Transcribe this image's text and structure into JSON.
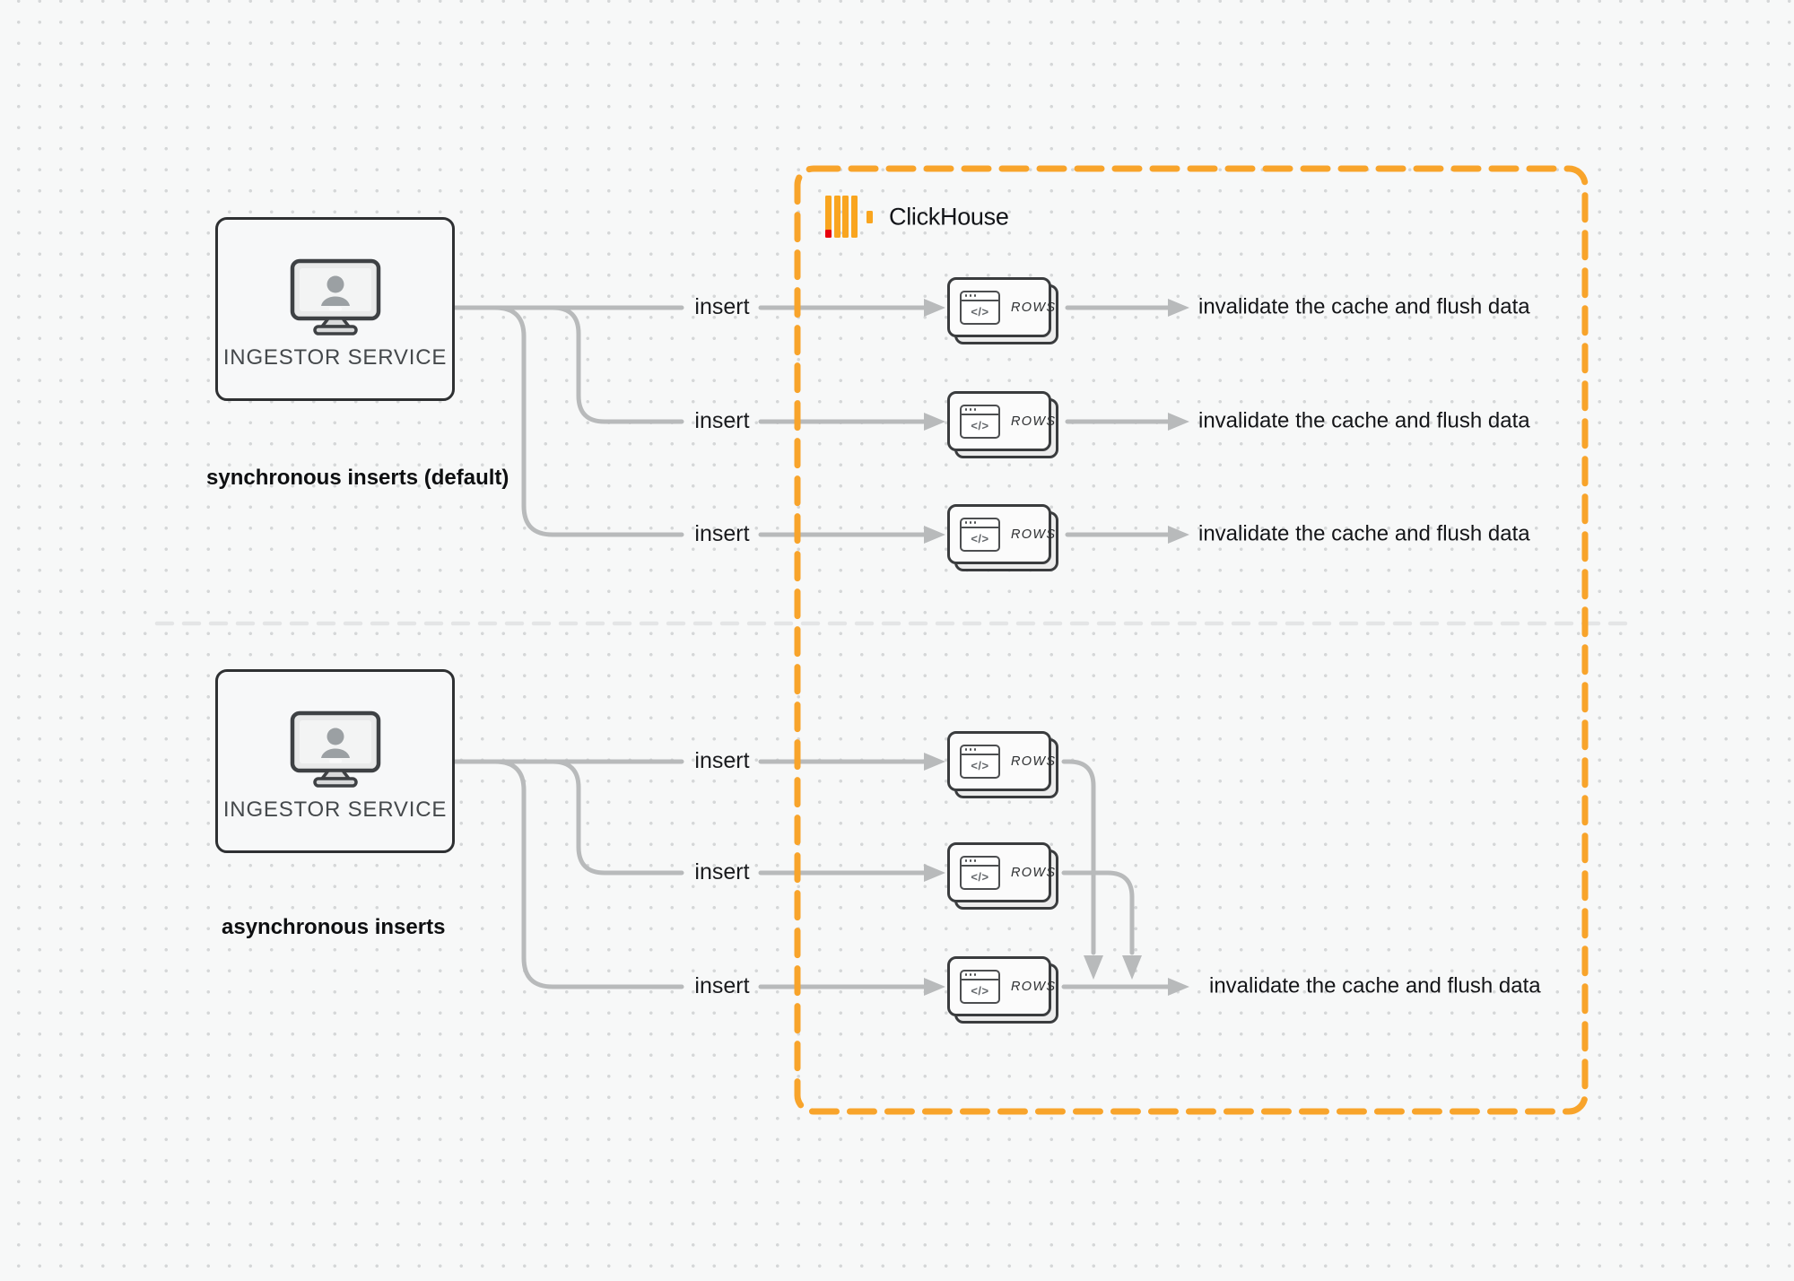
{
  "clickhouse": {
    "wordmark": "ClickHouse"
  },
  "icons": {
    "browser_code": "</>"
  },
  "sync_group": {
    "service_label": "INGESTOR SERVICE",
    "caption": "synchronous inserts (default)",
    "rows": [
      {
        "insert": "insert",
        "card": "ROWS",
        "result": "invalidate the cache and flush data"
      },
      {
        "insert": "insert",
        "card": "ROWS",
        "result": "invalidate the cache and flush data"
      },
      {
        "insert": "insert",
        "card": "ROWS",
        "result": "invalidate the cache and flush data"
      }
    ]
  },
  "async_group": {
    "service_label": "INGESTOR SERVICE",
    "caption": "asynchronous inserts",
    "rows": [
      {
        "insert": "insert",
        "card": "ROWS"
      },
      {
        "insert": "insert",
        "card": "ROWS"
      },
      {
        "insert": "insert",
        "card": "ROWS"
      }
    ],
    "result": "invalidate the cache and flush data"
  },
  "colors": {
    "accent_orange": "#F8A42B",
    "logo_bar_orange": "#F9A51F",
    "logo_red": "#E8000D",
    "connector_gray": "#b8babb",
    "divider_gray": "#e4e5e6",
    "canvas_bg": "#f7f8f8"
  }
}
